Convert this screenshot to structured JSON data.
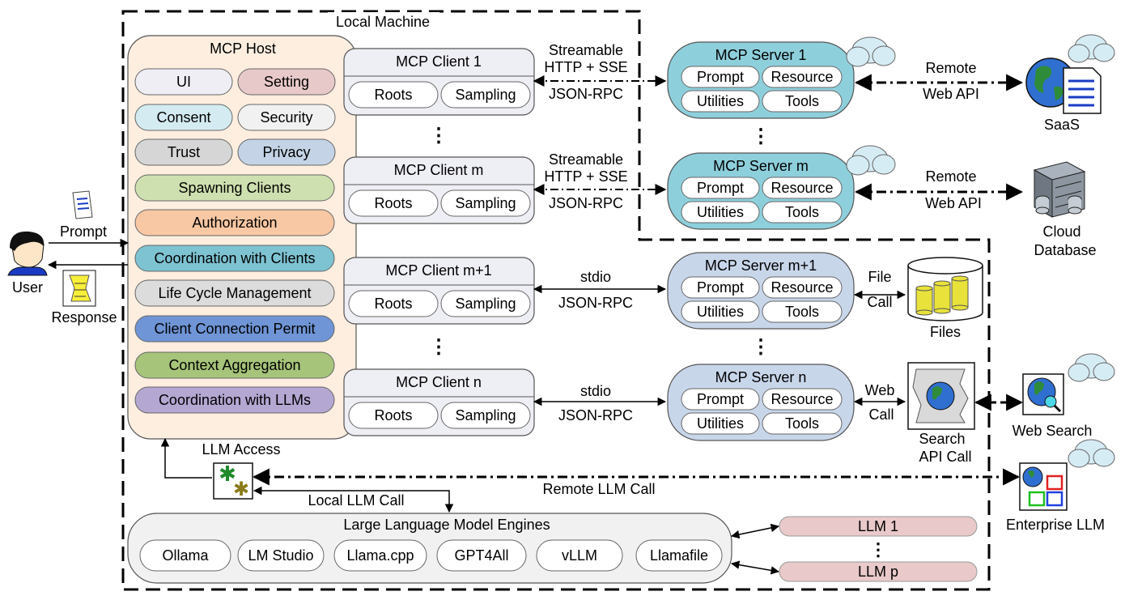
{
  "local_machine_label": "Local Machine",
  "user": {
    "label": "User",
    "prompt_label": "Prompt",
    "response_label": "Response"
  },
  "host": {
    "title": "MCP Host",
    "components": [
      {
        "label": "UI",
        "color": "#efeef5"
      },
      {
        "label": "Setting",
        "color": "#e8c9c9"
      },
      {
        "label": "Consent",
        "color": "#d4ecf1"
      },
      {
        "label": "Security",
        "color": "#f1f1f1"
      },
      {
        "label": "Trust",
        "color": "#d6d6d6"
      },
      {
        "label": "Privacy",
        "color": "#c4d4e6"
      },
      {
        "label": "Spawning Clients",
        "color": "#cfe0b0"
      },
      {
        "label": "Authorization",
        "color": "#f8c7a3"
      },
      {
        "label": "Coordination with Clients",
        "color": "#7ec3d2"
      },
      {
        "label": "Life Cycle Management",
        "color": "#dcdcdc"
      },
      {
        "label": "Client Connection Permit",
        "color": "#6f95d6"
      },
      {
        "label": "Context Aggregation",
        "color": "#a6c47a"
      },
      {
        "label": "Coordination with LLMs",
        "color": "#b4a7d2"
      }
    ]
  },
  "clients": [
    {
      "title": "MCP Client 1",
      "roots": "Roots",
      "sampling": "Sampling"
    },
    {
      "title": "MCP Client m",
      "roots": "Roots",
      "sampling": "Sampling"
    },
    {
      "title": "MCP Client m+1",
      "roots": "Roots",
      "sampling": "Sampling"
    },
    {
      "title": "MCP Client n",
      "roots": "Roots",
      "sampling": "Sampling"
    }
  ],
  "ellipsis": "⋮",
  "transports": [
    {
      "line1": "Streamable",
      "line2": "HTTP + SSE",
      "line3": "JSON-RPC"
    },
    {
      "line1": "Streamable",
      "line2": "HTTP + SSE",
      "line3": "JSON-RPC"
    },
    {
      "line1": "stdio",
      "line2": "JSON-RPC"
    },
    {
      "line1": "stdio",
      "line2": "JSON-RPC"
    }
  ],
  "servers": [
    {
      "title": "MCP Server 1",
      "prompt": "Prompt",
      "resource": "Resource",
      "utilities": "Utilities",
      "tools": "Tools",
      "color": "#8ecfdc"
    },
    {
      "title": "MCP Server m",
      "prompt": "Prompt",
      "resource": "Resource",
      "utilities": "Utilities",
      "tools": "Tools",
      "color": "#8ecfdc"
    },
    {
      "title": "MCP Server m+1",
      "prompt": "Prompt",
      "resource": "Resource",
      "utilities": "Utilities",
      "tools": "Tools",
      "color": "#c8d6ea"
    },
    {
      "title": "MCP Server n",
      "prompt": "Prompt",
      "resource": "Resource",
      "utilities": "Utilities",
      "tools": "Tools",
      "color": "#c8d6ea"
    }
  ],
  "remote_links": [
    {
      "line1": "Remote",
      "line2": "Web API"
    },
    {
      "line1": "Remote",
      "line2": "Web API"
    }
  ],
  "file_call": {
    "line1": "File",
    "line2": "Call"
  },
  "web_call": {
    "line1": "Web",
    "line2": "Call"
  },
  "externals": {
    "saas": "SaaS",
    "cloud_db_line1": "Cloud",
    "cloud_db_line2": "Database",
    "files": "Files",
    "search_api_line1": "Search",
    "search_api_line2": "API Call",
    "web_search": "Web Search",
    "enterprise_llm": "Enterprise LLM"
  },
  "llm_access": "LLM Access",
  "local_llm_call": "Local LLM Call",
  "remote_llm_call": "Remote LLM Call",
  "engines": {
    "title": "Large Language Model Engines",
    "items": [
      "Ollama",
      "LM Studio",
      "Llama.cpp",
      "GPT4All",
      "vLLM",
      "Llamafile"
    ]
  },
  "llms": [
    "LLM 1",
    "LLM p"
  ],
  "colors": {
    "host_bg": "#fdeee0",
    "client_bg": "#eeeef5",
    "engines_bg": "#f1f1f1",
    "llm_bg": "#e9c9c9",
    "cloud": "#d6ecf5",
    "globe_sea": "#2f6fd0",
    "globe_land": "#2e8b3a"
  }
}
